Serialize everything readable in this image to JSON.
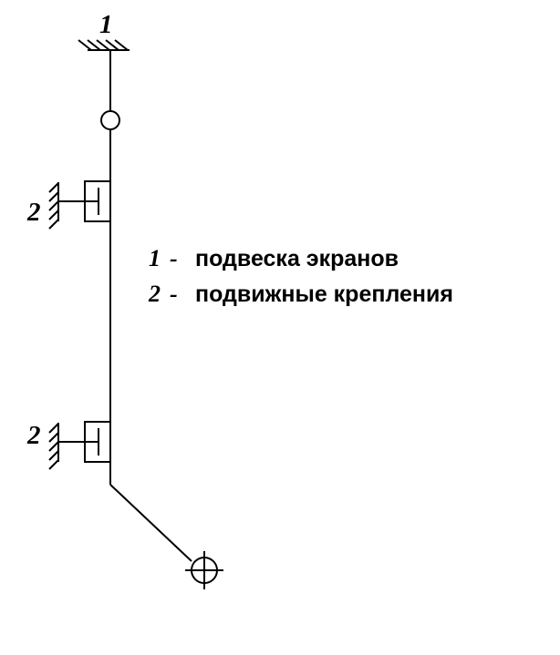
{
  "labels": {
    "top_support": "1",
    "upper_fastener": "2",
    "lower_fastener": "2"
  },
  "legend": [
    {
      "number": "1",
      "dash": "-",
      "text": "подвеска экранов"
    },
    {
      "number": "2",
      "dash": "-",
      "text": "подвижные крепления"
    }
  ]
}
